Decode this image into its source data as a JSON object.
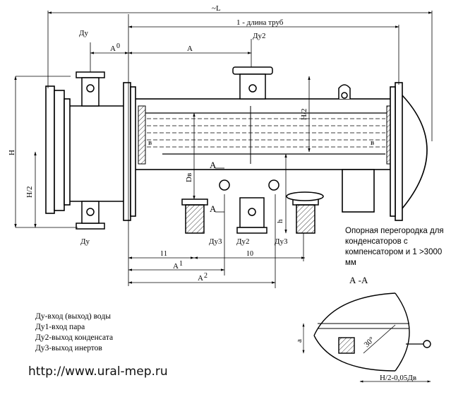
{
  "dimensions": {
    "overall_length": "~L",
    "tube_length": "1 - длина труб",
    "A0": "A",
    "A0_sup": "0",
    "A": "A",
    "A1": "A",
    "A1_sup": "1",
    "A2": "A",
    "A2_sup": "2",
    "H": "H",
    "H_half_left": "H/2",
    "H_half_right": "H/2",
    "Dv": "Dв",
    "h": "h",
    "l1": "l",
    "l1_sup": "1",
    "l0": "l",
    "l0_sup": "0",
    "b_left": "в",
    "b_right": "в",
    "a": "a",
    "angle": "30°",
    "bottom_dim": "H/2-0,05Дв"
  },
  "nozzles": {
    "du_top": "Ду",
    "du_bottom": "Ду",
    "du2_top": "Ду2",
    "du2_bottom": "Ду2",
    "du3_left": "Ду3",
    "du3_right": "Ду3"
  },
  "section": {
    "marker_upper": "A",
    "marker_lower": "A",
    "title": "А -А"
  },
  "note": "Опорная перегородка для конденсаторов с компенсатором и 1 >3000 мм",
  "legend": [
    "Ду-вход (выход) воды",
    "Ду1-вход пара",
    "Ду2-выход конденсата",
    "Ду3-выход инертов"
  ],
  "website": "http://www.ural-mep.ru"
}
